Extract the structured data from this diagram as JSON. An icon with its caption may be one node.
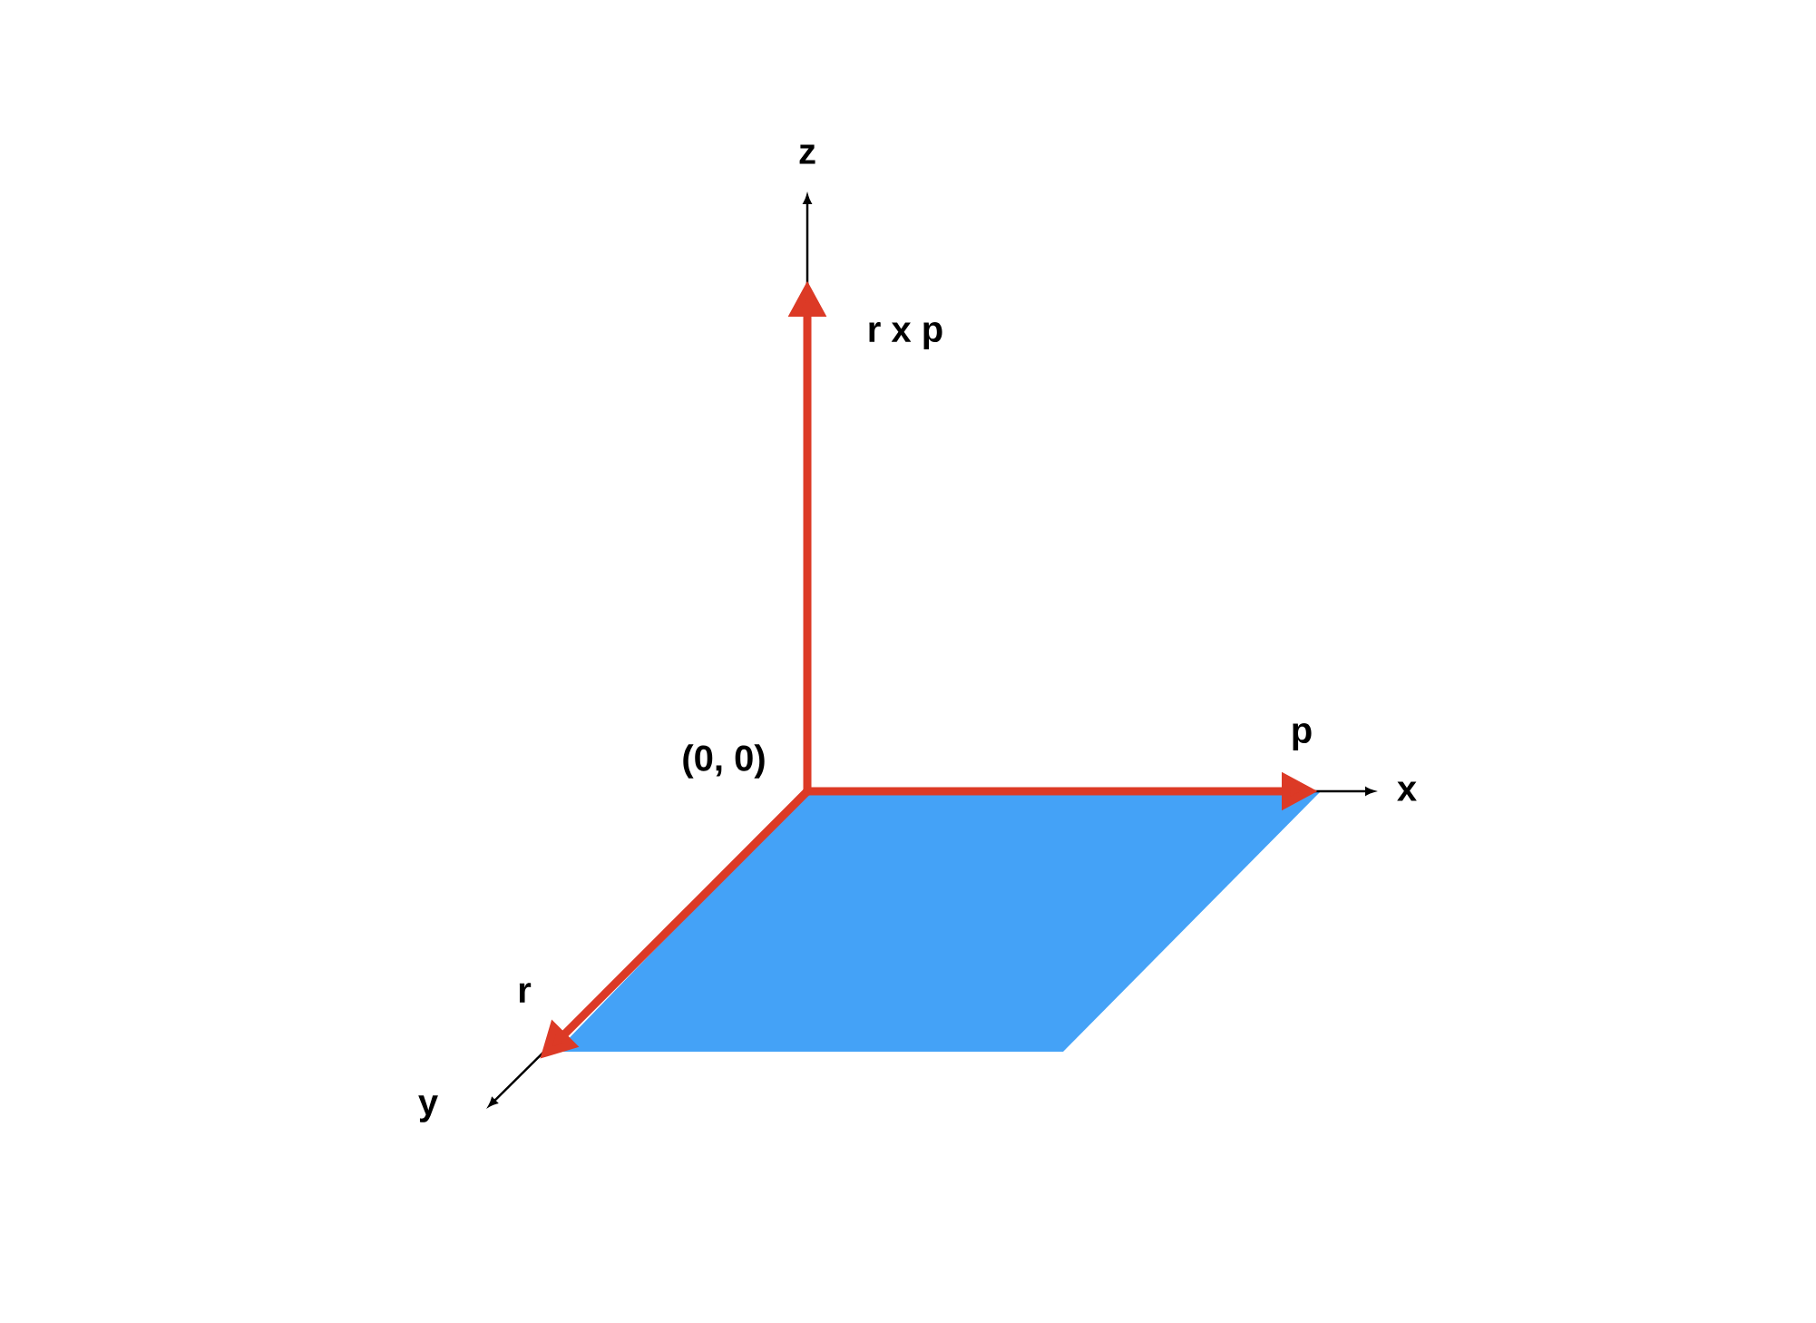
{
  "diagram": {
    "labels": [
      "z",
      "r x p",
      "(0, 0)",
      "p",
      "x",
      "r",
      "y"
    ]
  }
}
